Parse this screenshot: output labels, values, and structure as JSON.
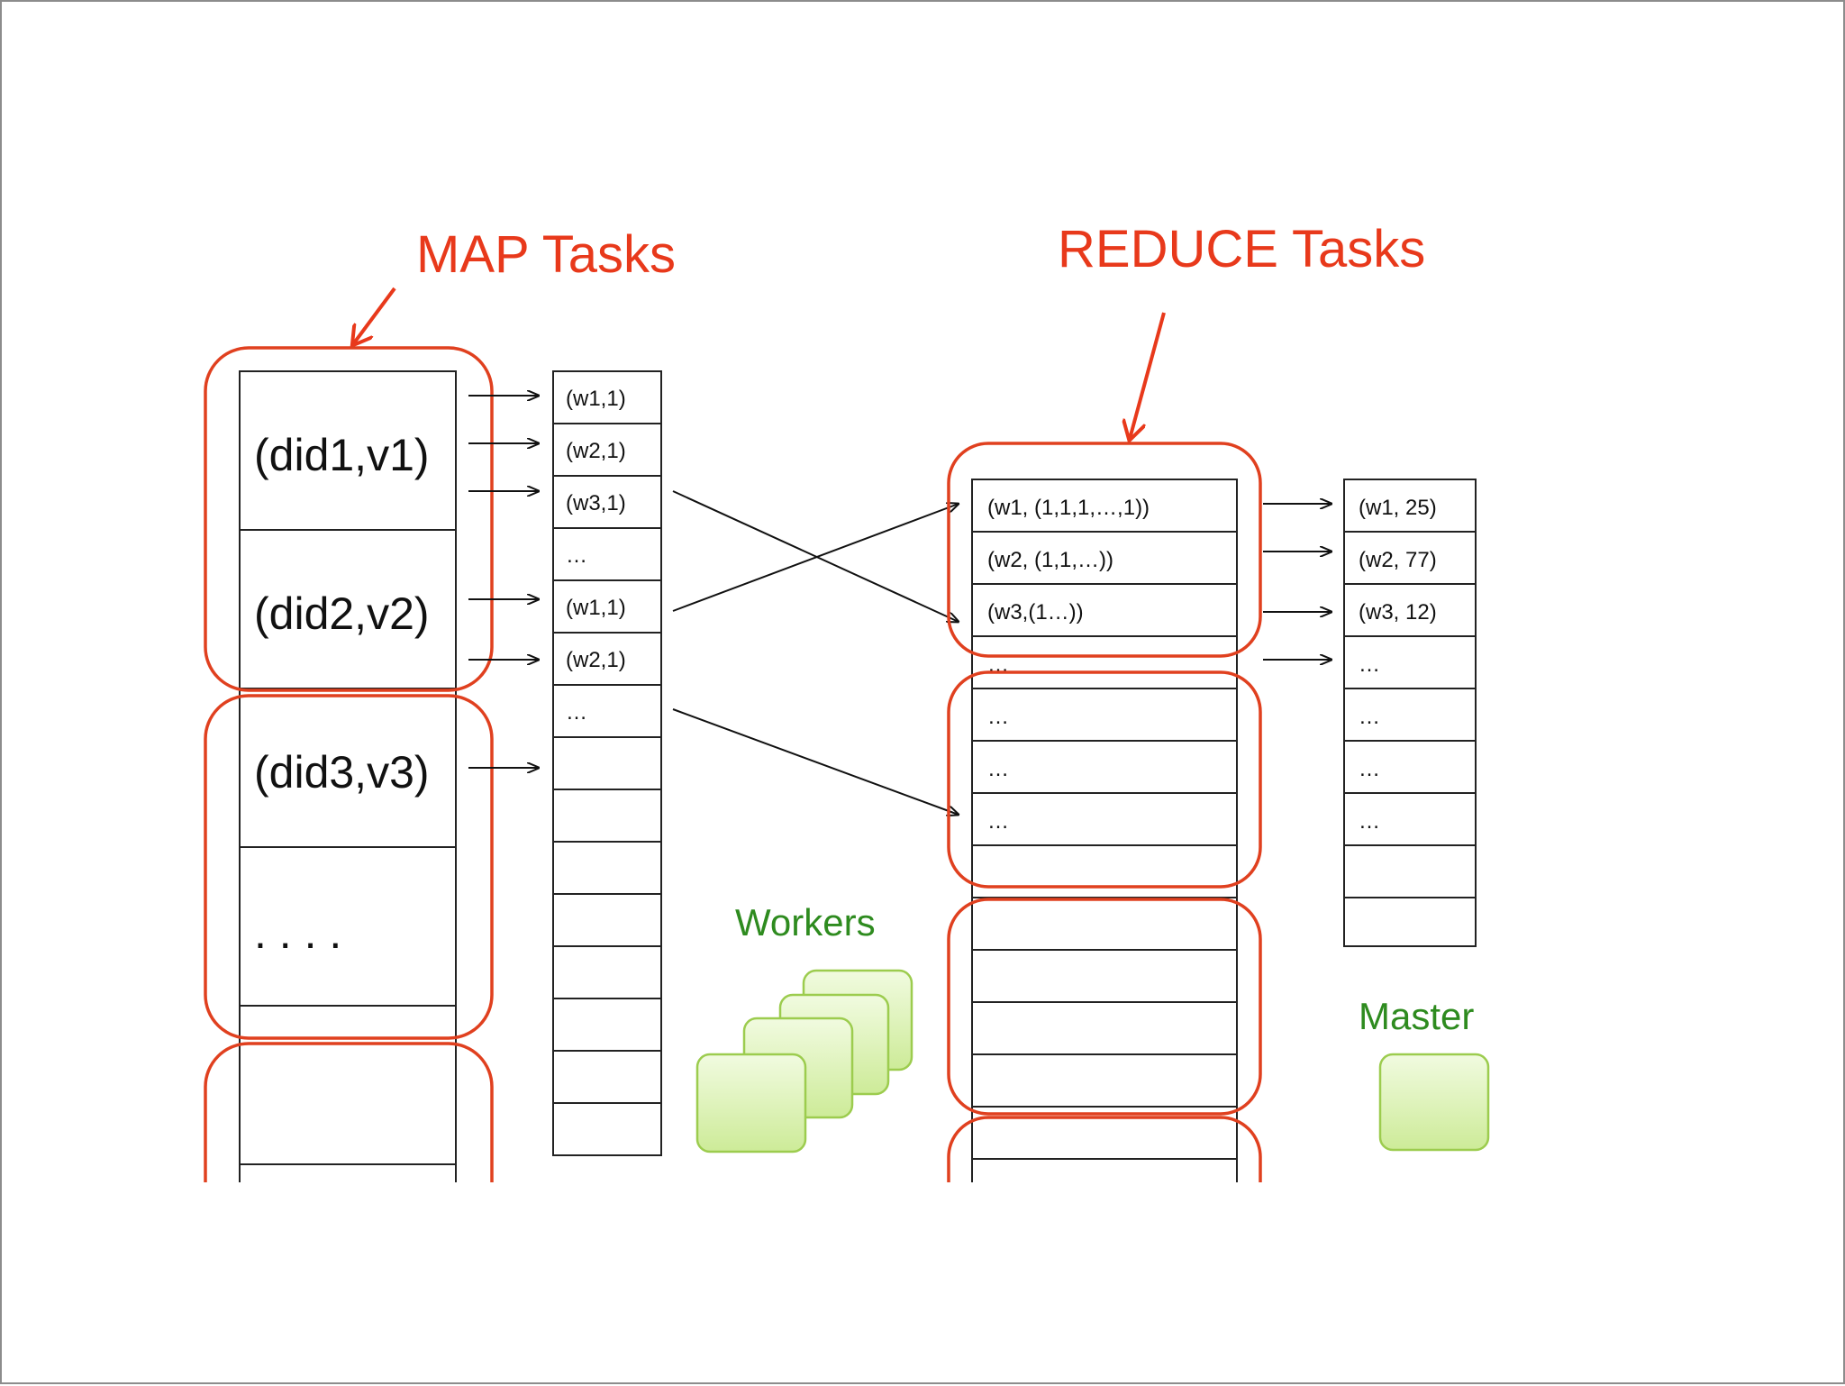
{
  "labels": {
    "map_tasks": "MAP Tasks",
    "reduce_tasks": "REDUCE Tasks",
    "workers": "Workers",
    "master": "Master"
  },
  "documents": [
    "(did1,v1)",
    "(did2,v2)",
    "(did3,v3)",
    ". . . ."
  ],
  "map_output": [
    "(w1,1)",
    "(w2,1)",
    "(w3,1)",
    "…",
    "(w1,1)",
    "(w2,1)",
    "…"
  ],
  "reduce_input": [
    "(w1, (1,1,1,…,1))",
    "(w2, (1,1,…))",
    "(w3,(1…))",
    "…",
    "…",
    "…",
    "…"
  ],
  "reduce_output": [
    "(w1, 25)",
    "(w2, 77)",
    "(w3, 12)",
    "…",
    "…",
    "…",
    "…"
  ],
  "colors": {
    "task_outline": "#e0401f",
    "label_red": "#e8391b",
    "label_green": "#2e8b1f",
    "node_fill": "#dff5b8",
    "node_stroke": "#9ccc4e"
  }
}
